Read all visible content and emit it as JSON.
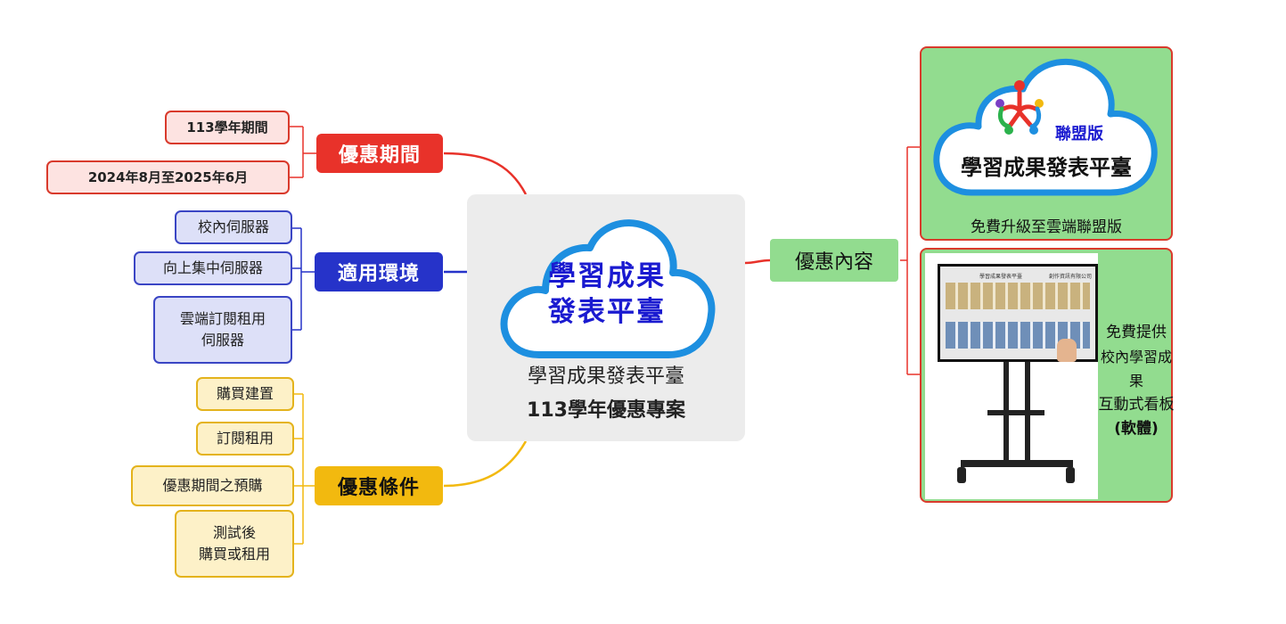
{
  "center": {
    "cloud_line1": "學習成果",
    "cloud_line2": "發表平臺",
    "subtitle_line1": "學習成果發表平臺",
    "subtitle_line2": "113學年優惠專案"
  },
  "branches": {
    "period": {
      "label": "優惠期間",
      "color": "#e8322a",
      "leaves": [
        "113學年期間",
        "2024年8月至2025年6月"
      ]
    },
    "environment": {
      "label": "適用環境",
      "color": "#2633c9",
      "leaves": [
        "校內伺服器",
        "向上集中伺服器",
        "雲端訂閱租用",
        "伺服器"
      ]
    },
    "conditions": {
      "label": "優惠條件",
      "color": "#f2b90f",
      "leaves": [
        "購買建置",
        "訂閱租用",
        "優惠期間之預購",
        "測試後",
        "購買或租用"
      ]
    }
  },
  "content": {
    "label": "優惠內容",
    "alliance": {
      "cloud_tag": "聯盟版",
      "cloud_title": "學習成果發表平臺",
      "caption": "免費升級至雲端聯盟版"
    },
    "kiosk": {
      "line1": "免費提供",
      "line2": "校內學習成果",
      "line3": "互動式看板",
      "line4": "(軟體)",
      "screen_title": "學習成果發表平臺",
      "screen_brand": "創作資訊有限公司"
    }
  }
}
